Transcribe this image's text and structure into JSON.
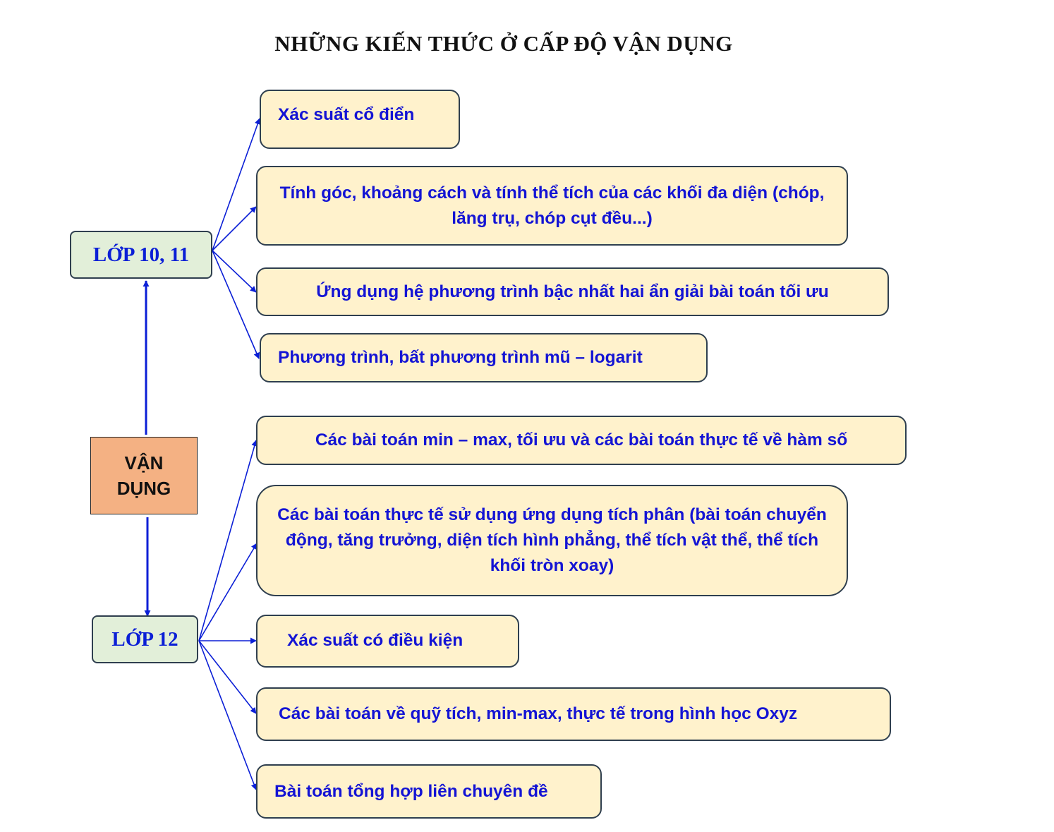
{
  "title": "NHỮNG KIẾN THỨC Ở CẤP ĐỘ VẬN DỤNG",
  "root": {
    "label": "VẬN DỤNG"
  },
  "grades": [
    {
      "label": "LỚP 10, 11",
      "topics": [
        "Xác suất cổ điển",
        "Tính góc, khoảng cách và tính thể tích của các khối đa diện (chóp, lăng trụ, chóp cụt đều...)",
        "Ứng dụng hệ phương trình bậc nhất hai ẩn giải bài toán tối ưu",
        "Phương trình, bất phương trình mũ – logarit"
      ]
    },
    {
      "label": "LỚP 12",
      "topics": [
        "Các bài toán min – max, tối ưu và các bài toán thực tế về hàm số",
        "Các bài toán thực tế sử dụng ứng dụng tích phân (bài toán chuyển động, tăng trưởng, diện tích hình phẳng, thể tích vật thể, thể tích khối tròn xoay)",
        "Xác suất có điều kiện",
        "Các bài toán về quỹ tích, min-max, thực tế trong hình học Oxyz",
        "Bài toán tổng hợp liên chuyên đề"
      ]
    }
  ],
  "colors": {
    "connector": "#0b1fd6",
    "topic_fill": "#fff2cc",
    "grade_fill": "#e2efd9",
    "root_fill": "#f4b183",
    "text_blue": "#1414d4"
  }
}
